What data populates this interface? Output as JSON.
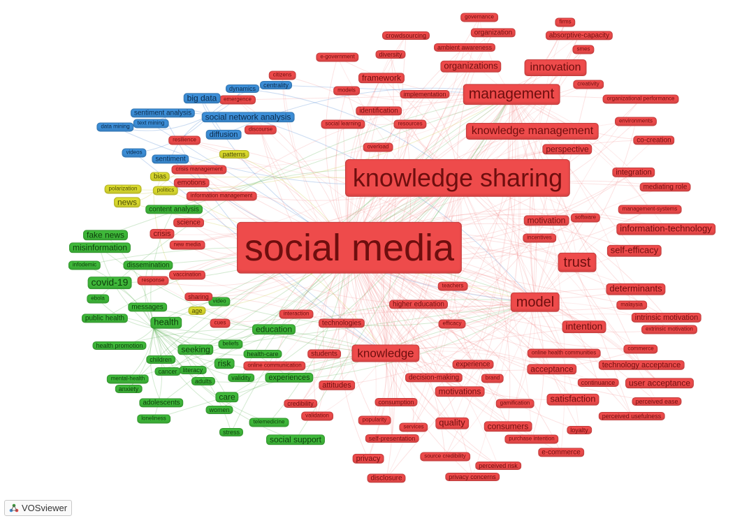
{
  "brand": {
    "name": "VOSviewer",
    "icon": "vosviewer-logo-icon"
  },
  "colors": {
    "red": "#ee4b4b",
    "green": "#3fb83a",
    "blue": "#3d8fd8",
    "yellow": "#dada2e"
  },
  "network": {
    "nodes": [
      {
        "id": "social media",
        "c": "red"
      },
      {
        "id": "knowledge sharing",
        "c": "red"
      },
      {
        "id": "management",
        "c": "red"
      },
      {
        "id": "knowledge management",
        "c": "red"
      },
      {
        "id": "knowledge",
        "c": "red"
      },
      {
        "id": "trust",
        "c": "red"
      },
      {
        "id": "model",
        "c": "red"
      },
      {
        "id": "innovation",
        "c": "red"
      },
      {
        "id": "organizations",
        "c": "red"
      },
      {
        "id": "framework",
        "c": "red"
      },
      {
        "id": "governance",
        "c": "red"
      },
      {
        "id": "organization",
        "c": "red"
      },
      {
        "id": "firms",
        "c": "red"
      },
      {
        "id": "crowdsourcing",
        "c": "red"
      },
      {
        "id": "absorptive-capacity",
        "c": "red"
      },
      {
        "id": "ambient awareness",
        "c": "red"
      },
      {
        "id": "smes",
        "c": "red"
      },
      {
        "id": "e-government",
        "c": "red"
      },
      {
        "id": "diversity",
        "c": "red"
      },
      {
        "id": "creativity",
        "c": "red"
      },
      {
        "id": "models",
        "c": "red"
      },
      {
        "id": "implementation",
        "c": "red"
      },
      {
        "id": "organizational performance",
        "c": "red"
      },
      {
        "id": "identification",
        "c": "red"
      },
      {
        "id": "environments",
        "c": "red"
      },
      {
        "id": "social learning",
        "c": "red"
      },
      {
        "id": "resources",
        "c": "red"
      },
      {
        "id": "co-creation",
        "c": "red"
      },
      {
        "id": "overload",
        "c": "red"
      },
      {
        "id": "perspective",
        "c": "red"
      },
      {
        "id": "integration",
        "c": "red"
      },
      {
        "id": "mediating role",
        "c": "red"
      },
      {
        "id": "management-systems",
        "c": "red"
      },
      {
        "id": "motivation",
        "c": "red"
      },
      {
        "id": "software",
        "c": "red"
      },
      {
        "id": "information-technology",
        "c": "red"
      },
      {
        "id": "incentives",
        "c": "red"
      },
      {
        "id": "self-efficacy",
        "c": "red"
      },
      {
        "id": "determinants",
        "c": "red"
      },
      {
        "id": "teachers",
        "c": "red"
      },
      {
        "id": "malaysia",
        "c": "red"
      },
      {
        "id": "intrinsic motivation",
        "c": "red"
      },
      {
        "id": "extrinsic motivation",
        "c": "red"
      },
      {
        "id": "intention",
        "c": "red"
      },
      {
        "id": "higher education",
        "c": "red"
      },
      {
        "id": "interaction",
        "c": "red"
      },
      {
        "id": "technologies",
        "c": "red"
      },
      {
        "id": "efficacy",
        "c": "red"
      },
      {
        "id": "commerce",
        "c": "red"
      },
      {
        "id": "online health communities",
        "c": "red"
      },
      {
        "id": "students",
        "c": "red"
      },
      {
        "id": "experience",
        "c": "red"
      },
      {
        "id": "technology acceptance",
        "c": "red"
      },
      {
        "id": "acceptance",
        "c": "red"
      },
      {
        "id": "decision-making",
        "c": "red"
      },
      {
        "id": "brand",
        "c": "red"
      },
      {
        "id": "continuance",
        "c": "red"
      },
      {
        "id": "user acceptance",
        "c": "red"
      },
      {
        "id": "online communication",
        "c": "red"
      },
      {
        "id": "attitudes",
        "c": "red"
      },
      {
        "id": "motivations",
        "c": "red"
      },
      {
        "id": "consumption",
        "c": "red"
      },
      {
        "id": "gamification",
        "c": "red"
      },
      {
        "id": "satisfaction",
        "c": "red"
      },
      {
        "id": "perceived ease",
        "c": "red"
      },
      {
        "id": "credibility",
        "c": "red"
      },
      {
        "id": "validation",
        "c": "red"
      },
      {
        "id": "perceived usefulness",
        "c": "red"
      },
      {
        "id": "popularity",
        "c": "red"
      },
      {
        "id": "services",
        "c": "red"
      },
      {
        "id": "quality",
        "c": "red"
      },
      {
        "id": "consumers",
        "c": "red"
      },
      {
        "id": "loyalty",
        "c": "red"
      },
      {
        "id": "self-presentation",
        "c": "red"
      },
      {
        "id": "purchase intention",
        "c": "red"
      },
      {
        "id": "e-commerce",
        "c": "red"
      },
      {
        "id": "privacy",
        "c": "red"
      },
      {
        "id": "source credibility",
        "c": "red"
      },
      {
        "id": "perceived risk",
        "c": "red"
      },
      {
        "id": "disclosure",
        "c": "red"
      },
      {
        "id": "privacy concerns",
        "c": "red"
      },
      {
        "id": "citizens",
        "c": "red"
      },
      {
        "id": "emergence",
        "c": "red"
      },
      {
        "id": "discourse",
        "c": "red"
      },
      {
        "id": "resilience",
        "c": "red"
      },
      {
        "id": "crisis management",
        "c": "red"
      },
      {
        "id": "emotions",
        "c": "red"
      },
      {
        "id": "information management",
        "c": "red"
      },
      {
        "id": "science",
        "c": "red"
      },
      {
        "id": "crisis",
        "c": "red"
      },
      {
        "id": "new media",
        "c": "red"
      },
      {
        "id": "response",
        "c": "red"
      },
      {
        "id": "vaccination",
        "c": "red"
      },
      {
        "id": "sharing",
        "c": "red"
      },
      {
        "id": "cues",
        "c": "red"
      },
      {
        "id": "big data",
        "c": "blue"
      },
      {
        "id": "dynamics",
        "c": "blue"
      },
      {
        "id": "centrality",
        "c": "blue"
      },
      {
        "id": "sentiment analysis",
        "c": "blue"
      },
      {
        "id": "social network analysis",
        "c": "blue"
      },
      {
        "id": "text mining",
        "c": "blue"
      },
      {
        "id": "data mining",
        "c": "blue"
      },
      {
        "id": "diffusion",
        "c": "blue"
      },
      {
        "id": "videos",
        "c": "blue"
      },
      {
        "id": "sentiment",
        "c": "blue"
      },
      {
        "id": "patterns",
        "c": "yellow"
      },
      {
        "id": "bias",
        "c": "yellow"
      },
      {
        "id": "polarization",
        "c": "yellow"
      },
      {
        "id": "politics",
        "c": "yellow"
      },
      {
        "id": "news",
        "c": "yellow"
      },
      {
        "id": "age",
        "c": "yellow"
      },
      {
        "id": "content analysis",
        "c": "green"
      },
      {
        "id": "fake news",
        "c": "green"
      },
      {
        "id": "misinformation",
        "c": "green"
      },
      {
        "id": "infodemic",
        "c": "green"
      },
      {
        "id": "dissemination",
        "c": "green"
      },
      {
        "id": "covid-19",
        "c": "green"
      },
      {
        "id": "ebola",
        "c": "green"
      },
      {
        "id": "messages",
        "c": "green"
      },
      {
        "id": "video",
        "c": "green"
      },
      {
        "id": "public health",
        "c": "green"
      },
      {
        "id": "health",
        "c": "green"
      },
      {
        "id": "education",
        "c": "green"
      },
      {
        "id": "health promotion",
        "c": "green"
      },
      {
        "id": "beliefs",
        "c": "green"
      },
      {
        "id": "seeking",
        "c": "green"
      },
      {
        "id": "health-care",
        "c": "green"
      },
      {
        "id": "children",
        "c": "green"
      },
      {
        "id": "risk",
        "c": "green"
      },
      {
        "id": "literacy",
        "c": "green"
      },
      {
        "id": "cancer",
        "c": "green"
      },
      {
        "id": "mental-health",
        "c": "green"
      },
      {
        "id": "validity",
        "c": "green"
      },
      {
        "id": "experiences",
        "c": "green"
      },
      {
        "id": "adults",
        "c": "green"
      },
      {
        "id": "anxiety",
        "c": "green"
      },
      {
        "id": "adolescents",
        "c": "green"
      },
      {
        "id": "care",
        "c": "green"
      },
      {
        "id": "women",
        "c": "green"
      },
      {
        "id": "loneliness",
        "c": "green"
      },
      {
        "id": "telemedicine",
        "c": "green"
      },
      {
        "id": "stress",
        "c": "green"
      },
      {
        "id": "social support",
        "c": "green"
      }
    ]
  }
}
